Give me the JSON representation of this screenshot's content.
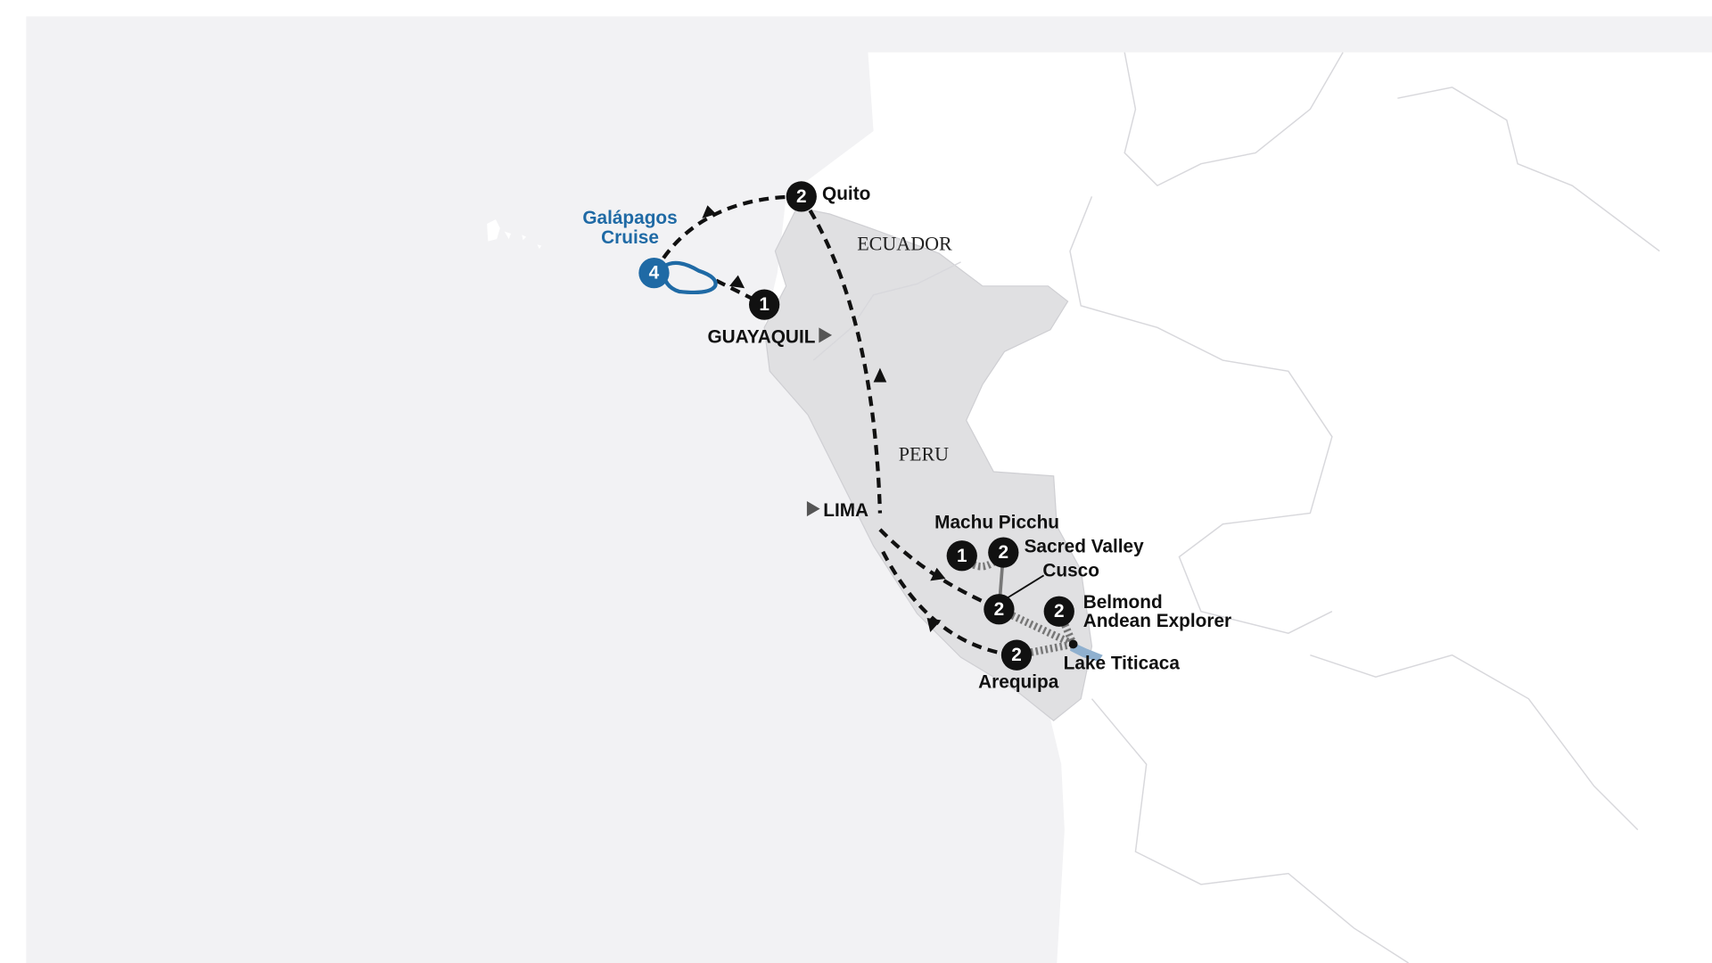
{
  "map": {
    "countries": {
      "ecuador": "ECUADOR",
      "peru": "PERU"
    },
    "entry_exit": {
      "guayaquil": "GUAYAQUIL",
      "lima": "LIMA"
    },
    "stops": [
      {
        "name": "Quito",
        "nights": "2"
      },
      {
        "name": "Galápagos",
        "name2": "Cruise",
        "nights": "4"
      },
      {
        "name": "Guayaquil",
        "nights": "1"
      },
      {
        "name": "Machu Picchu",
        "nights": "1"
      },
      {
        "name": "Sacred Valley",
        "nights": "2"
      },
      {
        "name": "Cusco",
        "nights": "2"
      },
      {
        "name": "Belmond",
        "name2": "Andean Explorer",
        "nights": "2"
      },
      {
        "name": "Lake Titicaca"
      },
      {
        "name": "Arequipa",
        "nights": "2"
      }
    ],
    "colors": {
      "ocean": "#f2f2f4",
      "land": "#ffffff",
      "highlight": "#e0e0e2",
      "accent": "#1f6aa5",
      "marker": "#111111"
    }
  }
}
